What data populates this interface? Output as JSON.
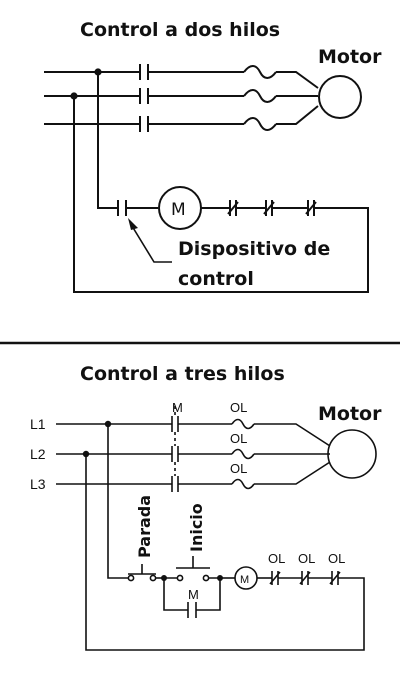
{
  "top": {
    "title": "Control a dos hilos",
    "motor_label": "Motor",
    "coil_label": "M",
    "device_label_line1": "Dispositivo de",
    "device_label_line2": "control"
  },
  "bottom": {
    "title": "Control a tres hilos",
    "motor_label": "Motor",
    "line_labels": [
      "L1",
      "L2",
      "L3"
    ],
    "contactor_label": "M",
    "overload_label": "OL",
    "stop_label": "Parada",
    "start_label": "Inicio",
    "coil_label": "M",
    "seal_label": "M",
    "control_ol_labels": [
      "OL",
      "OL",
      "OL"
    ]
  },
  "colors": {
    "ink": "#111111",
    "background": "#ffffff"
  }
}
